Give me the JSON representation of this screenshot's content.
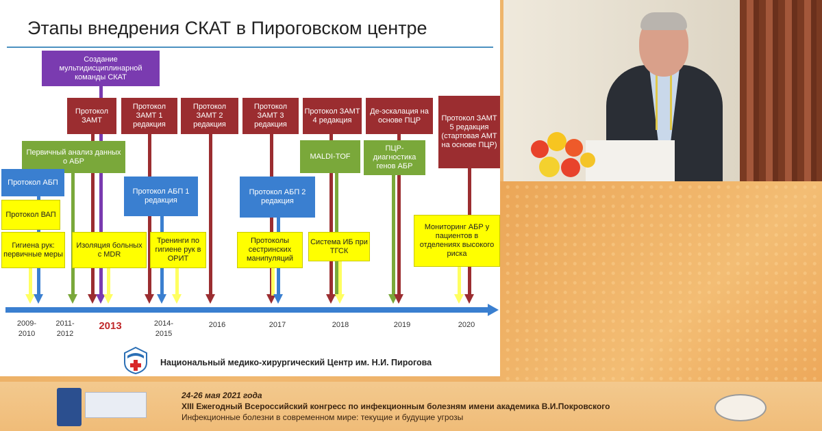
{
  "slide": {
    "title": "Этапы внедрения СКАТ в Пироговском центре",
    "boxes": {
      "team": "Создание мультидисциплинарной команды СКАТ",
      "zamt": "Протокол ЗАМТ",
      "zamt1": "Протокол ЗАМТ 1 редакция",
      "zamt2": "Протокол ЗАМТ 2 редакция",
      "zamt3": "Протокол ЗАМТ 3 редакция",
      "zamt4": "Протокол ЗАМТ 4 редакция",
      "deesc": "Де-эскалация на основе ПЦР",
      "zamt5": "Протокол ЗАМТ 5 редакция (стартовая АМТ на основе ПЦР)",
      "analysis": "Первичный анализ данных о АБР",
      "abp": "Протокол АБП",
      "abp1": "Протокол АБП 1 редакция",
      "abp2": "Протокол АБП 2 редакция",
      "maldi": "MALDI-TOF",
      "pcr": "ПЦР-диагностика генов АБР",
      "vap": "Протокол ВАП",
      "hygiene": "Гигиена рук: первичные меры",
      "isolation": "Изоляция больных с MDR",
      "training": "Тренинги по гигиене рук в ОРИТ",
      "nursing": "Протоколы сестринских манипуляций",
      "ib": "Система ИБ при ТГСК",
      "monitoring": "Мониторинг АБР у пациентов в отделениях высокого риска"
    },
    "years": [
      "2009-\n2010",
      "2011-\n2012",
      "2013",
      "2014-\n2015",
      "2016",
      "2017",
      "2018",
      "2019",
      "2020"
    ],
    "year_labels": {
      "y1a": "2009-",
      "y1b": "2010",
      "y2a": "2011-",
      "y2b": "2012",
      "y3": "2013",
      "y4a": "2014-",
      "y4b": "2015",
      "y5": "2016",
      "y6": "2017",
      "y7": "2018",
      "y8": "2019",
      "y9": "2020"
    },
    "footer": "Национальный медико-хирургический Центр им. Н.И. Пирогова",
    "colors": {
      "maroon": "#9b2d30",
      "purple": "#7a3bb0",
      "green": "#7aa83a",
      "blue": "#3a7fd0",
      "yellow": "#ffff00",
      "highlight": "#c0282a"
    }
  },
  "banner": {
    "line1": "24-26 мая 2021 года",
    "line2": "XIII Ежегодный Всероссийский конгресс по инфекционным болезням имени академика В.И.Покровского",
    "line3": "Инфекционные болезни в современном мире: текущие и будущие угрозы"
  }
}
